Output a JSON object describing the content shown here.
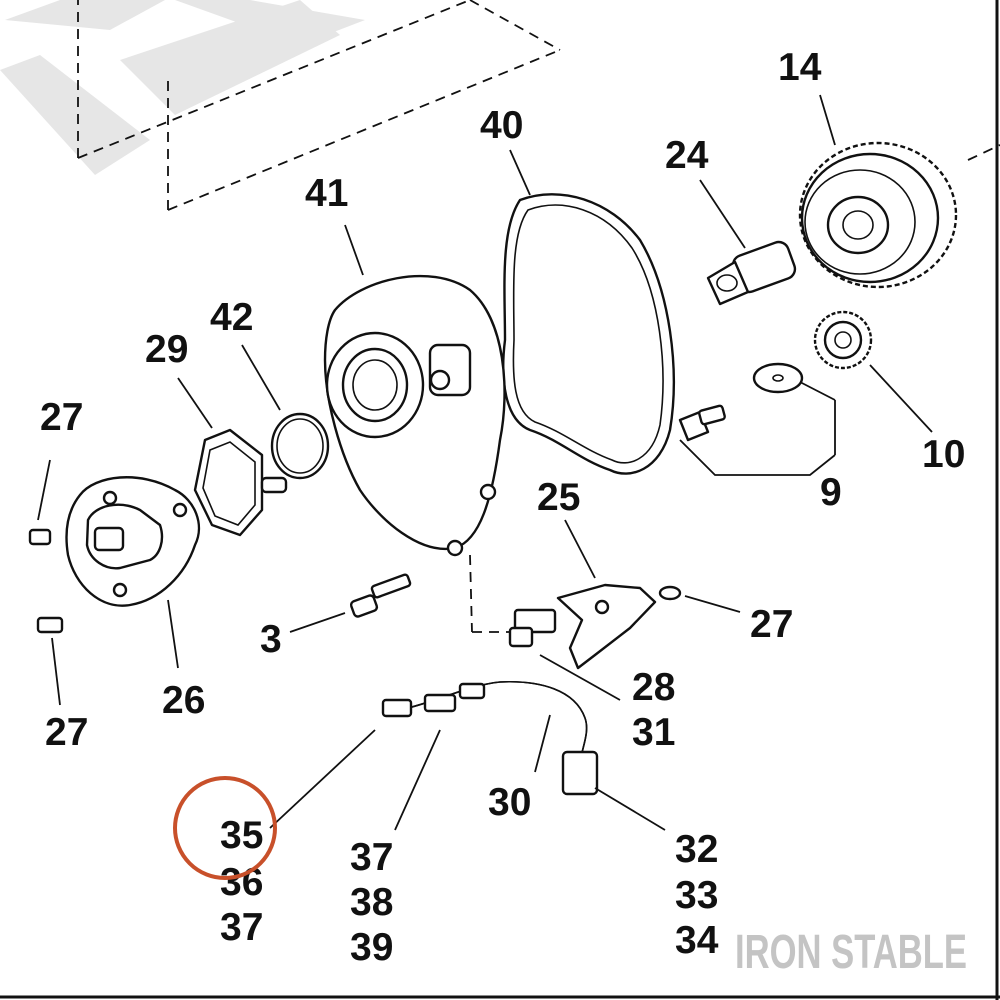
{
  "diagram": {
    "callouts": [
      {
        "id": "c14",
        "text": "14"
      },
      {
        "id": "c40",
        "text": "40"
      },
      {
        "id": "c24",
        "text": "24"
      },
      {
        "id": "c41",
        "text": "41"
      },
      {
        "id": "c42",
        "text": "42"
      },
      {
        "id": "c29",
        "text": "29"
      },
      {
        "id": "c27a",
        "text": "27"
      },
      {
        "id": "c10",
        "text": "10"
      },
      {
        "id": "c9",
        "text": "9"
      },
      {
        "id": "c25",
        "text": "25"
      },
      {
        "id": "c27b",
        "text": "27"
      },
      {
        "id": "c3",
        "text": "3"
      },
      {
        "id": "c26",
        "text": "26"
      },
      {
        "id": "c27c",
        "text": "27"
      },
      {
        "id": "c28",
        "text": "28"
      },
      {
        "id": "c31",
        "text": "31"
      },
      {
        "id": "c30",
        "text": "30"
      },
      {
        "id": "c35",
        "text": "35"
      },
      {
        "id": "c36",
        "text": "36"
      },
      {
        "id": "c37a",
        "text": "37"
      },
      {
        "id": "c37b",
        "text": "37"
      },
      {
        "id": "c38",
        "text": "38"
      },
      {
        "id": "c39",
        "text": "39"
      },
      {
        "id": "c32",
        "text": "32"
      },
      {
        "id": "c33",
        "text": "33"
      },
      {
        "id": "c34",
        "text": "34"
      }
    ],
    "highlight_color": "#c8502a"
  },
  "watermark": {
    "text": "IRON STABLE"
  }
}
